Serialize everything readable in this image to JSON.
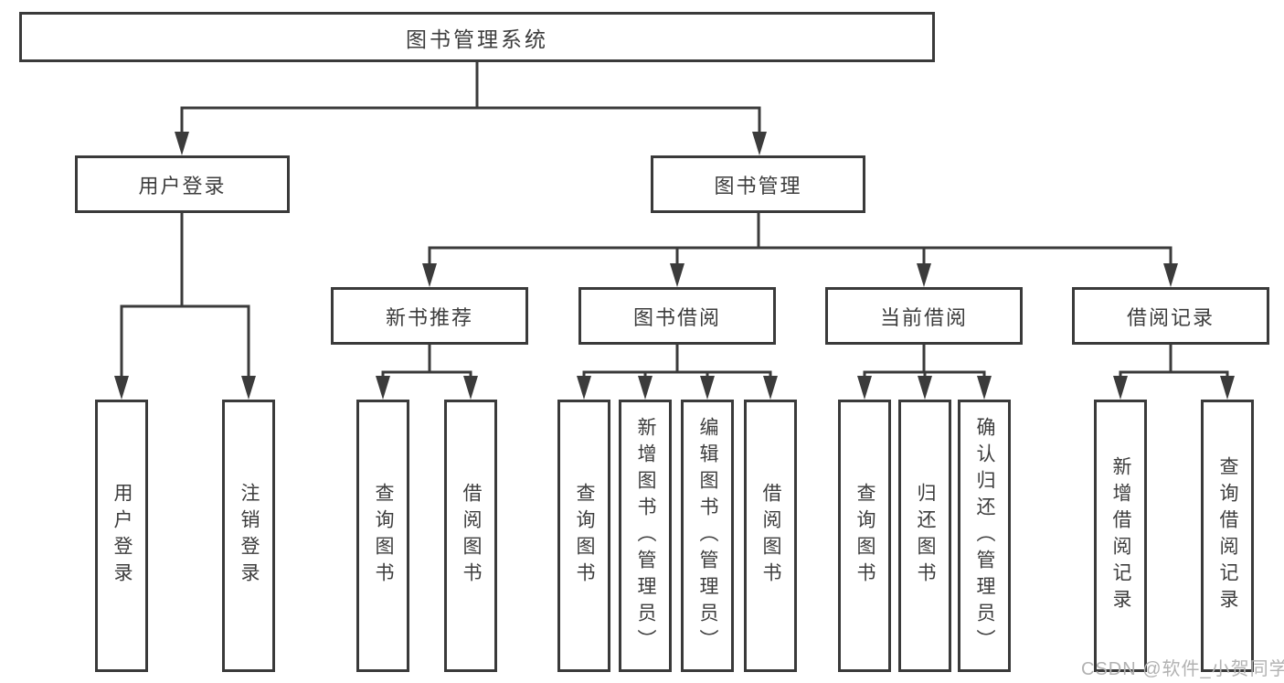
{
  "title": "图书管理系统",
  "colors": {
    "line": "#3b3b3b",
    "box_border": "#3a3a3a",
    "text": "#3d3d3d",
    "watermark": "#b2b2b2",
    "background": "#ffffff"
  },
  "nodes": {
    "root": "图书管理系统",
    "user_login": "用户登录",
    "book_mgmt": "图书管理",
    "new_book_rec": "新书推荐",
    "book_borrow": "图书借阅",
    "current_borrow": "当前借阅",
    "borrow_records": "借阅记录",
    "leaf_user_login": "用户登录",
    "leaf_logout": "注销登录",
    "leaf_query_book_a": "查询图书",
    "leaf_borrow_book_a": "借阅图书",
    "leaf_query_book_b": "查询图书",
    "leaf_add_book": "新增图书（管理员）",
    "leaf_edit_book": "编辑图书（管理员）",
    "leaf_borrow_book_b": "借阅图书",
    "leaf_query_book_c": "查询图书",
    "leaf_return_book": "归还图书",
    "leaf_confirm_return": "确认归还（管理员）",
    "leaf_add_record": "新增借阅记录",
    "leaf_query_record": "查询借阅记录"
  },
  "hierarchy": {
    "图书管理系统": {
      "用户登录": [
        "用户登录",
        "注销登录"
      ],
      "图书管理": {
        "新书推荐": [
          "查询图书",
          "借阅图书"
        ],
        "图书借阅": [
          "查询图书",
          "新增图书（管理员）",
          "编辑图书（管理员）",
          "借阅图书"
        ],
        "当前借阅": [
          "查询图书",
          "归还图书",
          "确认归还（管理员）"
        ],
        "借阅记录": [
          "新增借阅记录",
          "查询借阅记录"
        ]
      }
    }
  },
  "watermark": "CSDN @软件_小贺同学"
}
